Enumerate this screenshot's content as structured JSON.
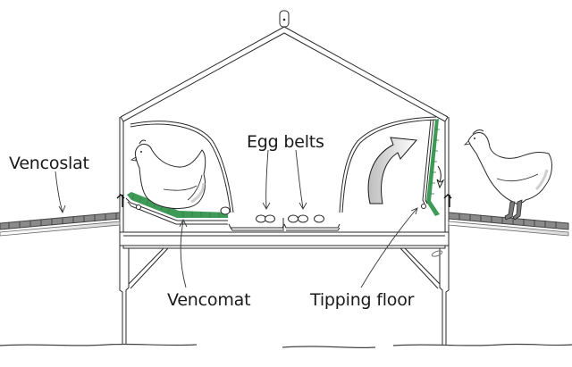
{
  "diagram": {
    "subject": "Poultry housing system cross-section",
    "labels": {
      "vencoslat": "Vencoslat",
      "egg_belts": "Egg belts",
      "vencomat": "Vencomat",
      "tipping_floor": "Tipping floor"
    },
    "colors": {
      "line": "#2a2a2a",
      "mat_green": "#3f9a58",
      "slat_gray": "#6e6e6e",
      "chicken_fill": "#ffffff",
      "shadow": "#cfcfcf"
    },
    "components": [
      {
        "id": "roof",
        "name": "Gable roof frame"
      },
      {
        "id": "left-nest",
        "name": "Left nest compartment with hen"
      },
      {
        "id": "right-nest",
        "name": "Right nest compartment with tipping floor"
      },
      {
        "id": "egg-belts",
        "name": "Egg belts with eggs"
      },
      {
        "id": "left-slat",
        "name": "Left slatted floor"
      },
      {
        "id": "right-slat",
        "name": "Right slatted floor with standing hen"
      },
      {
        "id": "support-frame",
        "name": "Support legs and braces"
      }
    ],
    "eggs": {
      "left_belt": 2,
      "right_belt": 3,
      "vencomat": 1
    }
  }
}
